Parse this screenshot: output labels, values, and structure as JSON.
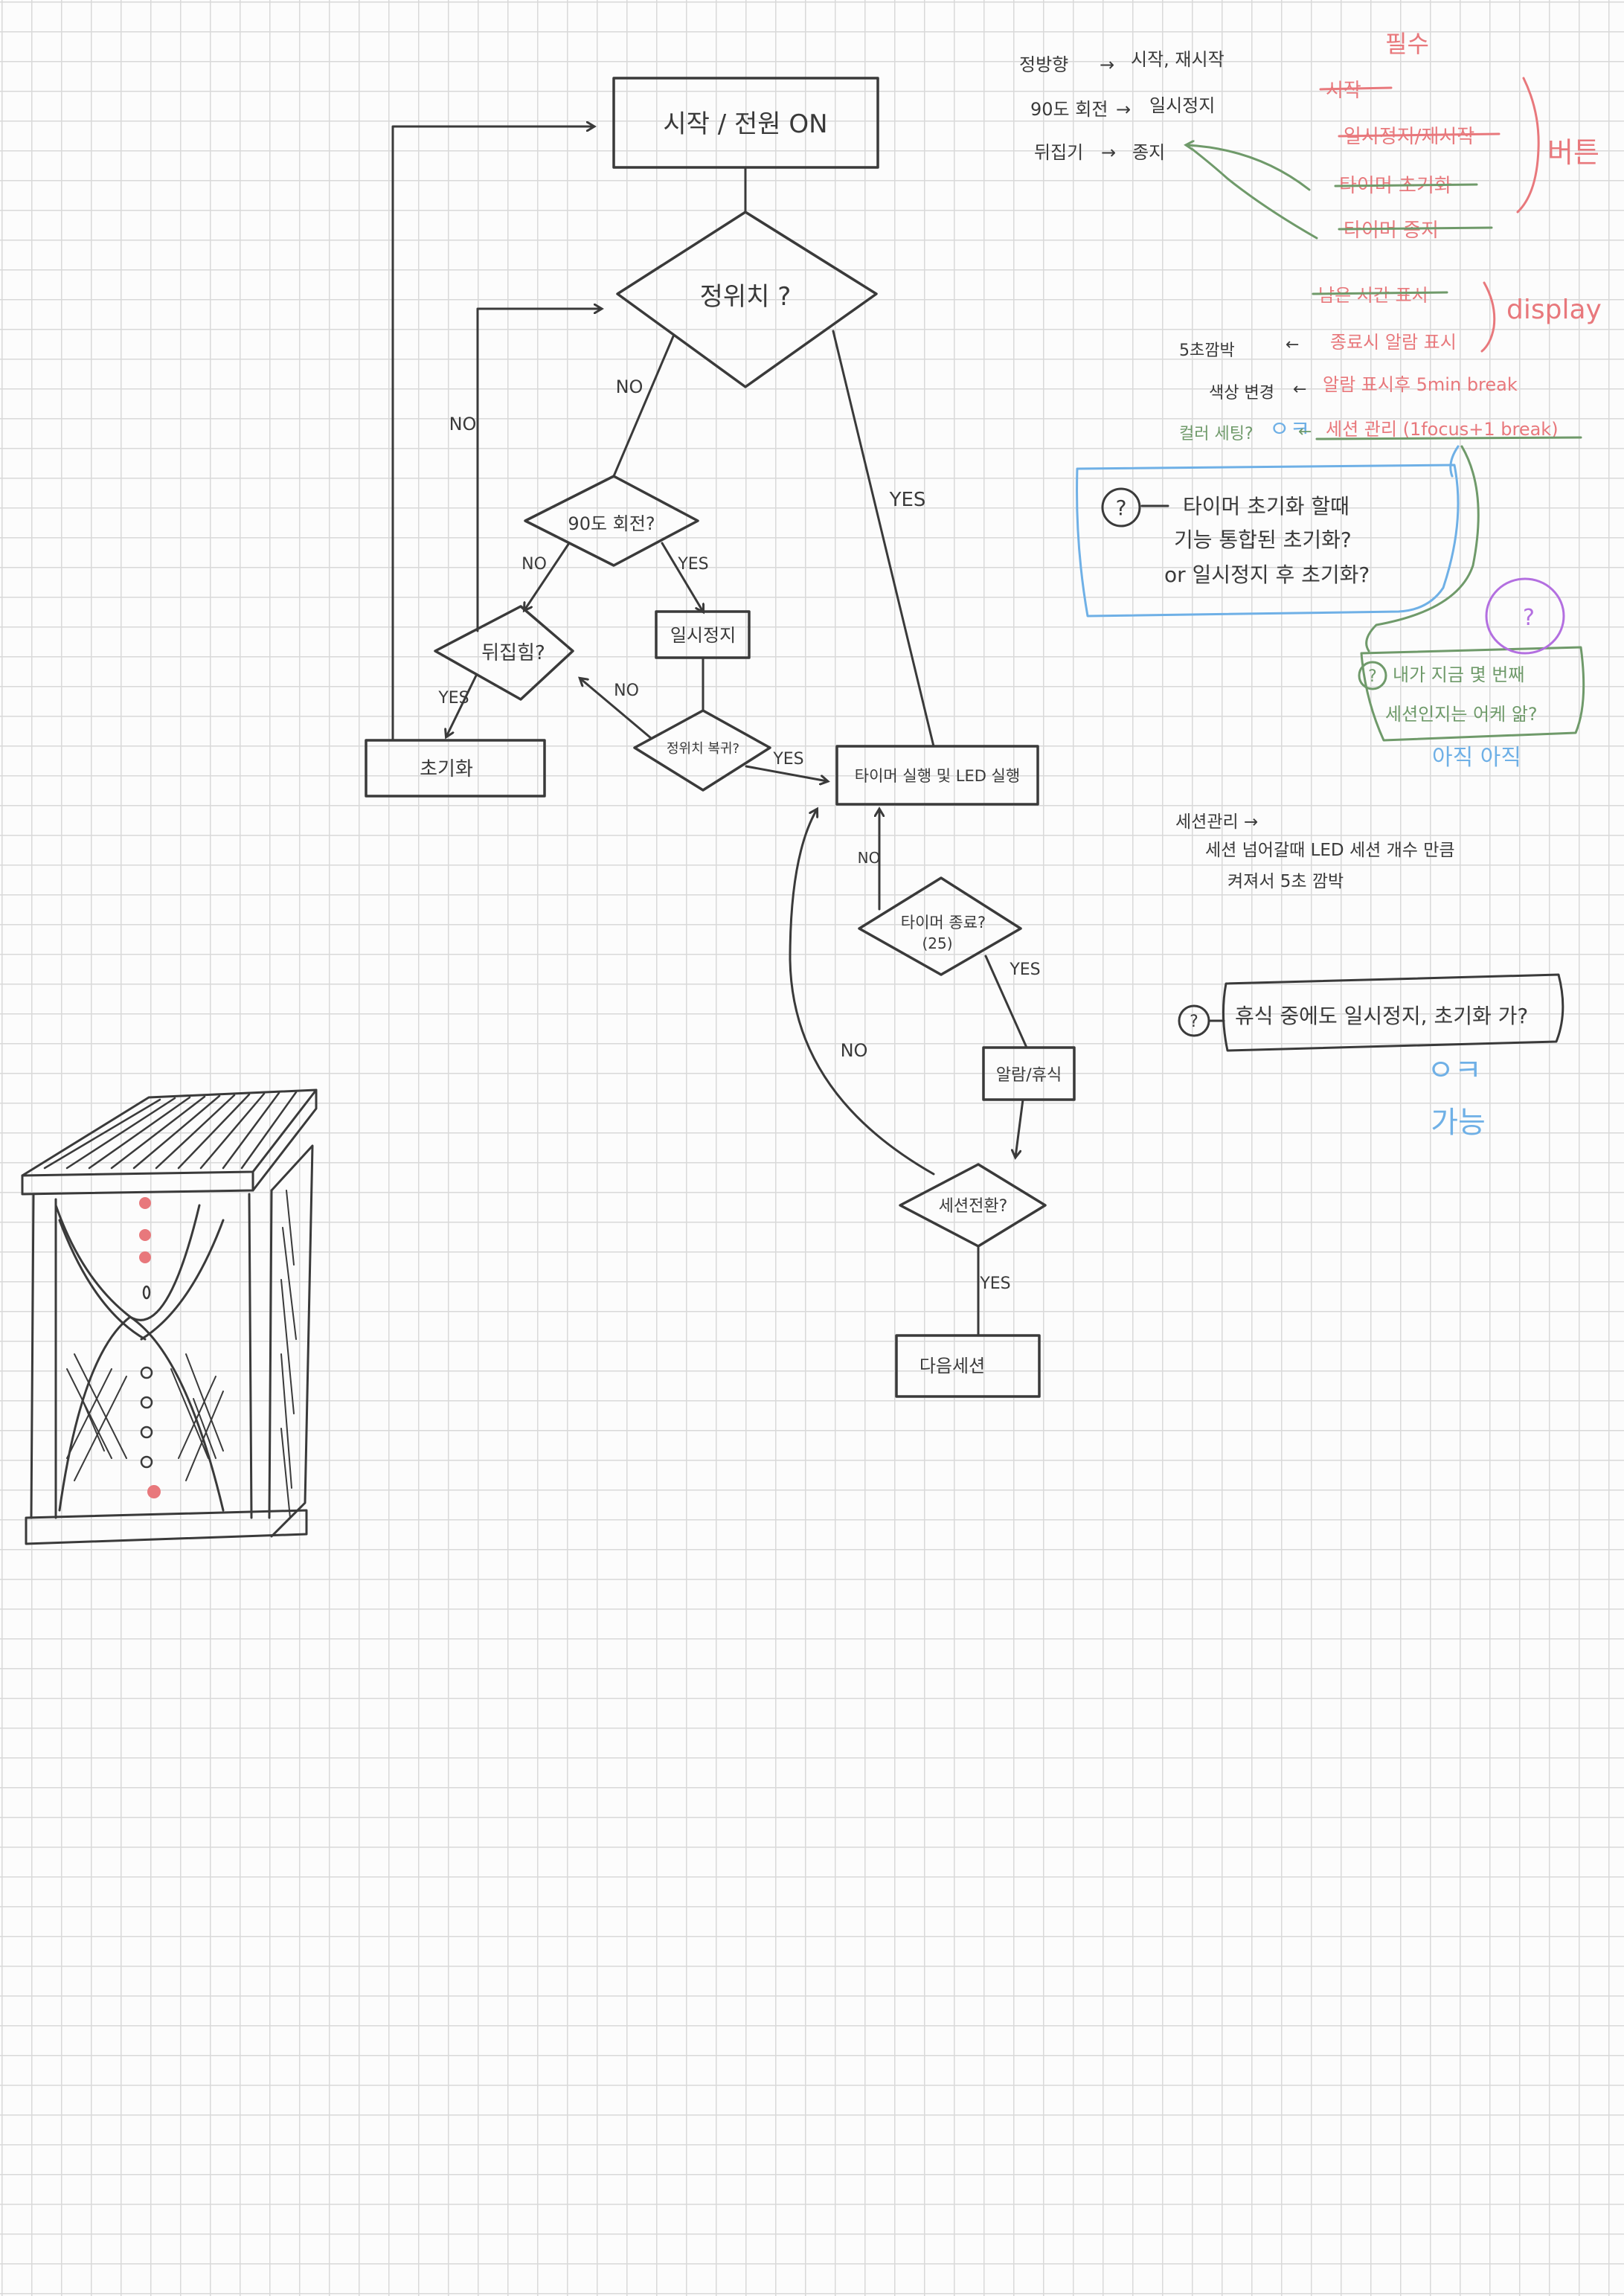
{
  "flowchart": {
    "start": "시작 / 전원 ON",
    "upright_q": "정위치 ?",
    "rotate_q": "90도 회전?",
    "flip_q": "뒤집힘?",
    "pause": "일시정지",
    "reset": "초기화",
    "restore_q": "정위치 복귀?",
    "timer_run": "타이머 실행 및 LED 실행",
    "timer_end_q": "타이머 종료?",
    "timer_end_sub": "(25)",
    "alarm_rest": "알람/휴식",
    "session_q": "세션전환?",
    "next_session": "다음세션",
    "yes": "YES",
    "no": "NO"
  },
  "notes": {
    "actions": [
      {
        "from": "정방향",
        "to": "시작, 재시작"
      },
      {
        "from": "90도 회전",
        "to": "일시정지"
      },
      {
        "from": "뒤집기",
        "to": "종지"
      }
    ],
    "required_label": "필수",
    "buttons_label": "버튼",
    "button_items": [
      "시작",
      "일시정지/재시작",
      "타이머 초기화",
      "타이머 종지"
    ],
    "display_label": "display",
    "display_items": [
      "남은 시간 표시",
      "종료시 알람 표시",
      "알람 표시후 5min break",
      "세션 관리 (1focus+1 break)"
    ],
    "blink_label": "5초깜박",
    "color_change": "색상 변경",
    "color_setting": "컬러 세팅?",
    "ok": "ㅇㅋ",
    "question1_line1": "타이머 초기화 할때",
    "question1_line2": "기능 통합된 초기화?",
    "question1_line3": "or  일시정지 후 초기화?",
    "question2_line1": "내가 지금 몇 번째",
    "question2_line2": "세션인지는 어케 앎?",
    "question2_answer": "아직 아직",
    "session_mgmt_label": "세션관리 →",
    "session_mgmt_line1": "세션 넘어갈때 LED 세션 개수 만큼",
    "session_mgmt_line2": "켜져서 5초 깜박",
    "question3": "휴식 중에도 일시정지, 초기화 가?",
    "question3_answer_line1": "ㅇㅋ",
    "question3_answer_line2": "가능"
  },
  "colors": {
    "ink": "#3a3a3a",
    "red": "#e8787c",
    "green": "#6f9a6a",
    "blue": "#6fb0e6",
    "purple": "#b36fe0"
  }
}
